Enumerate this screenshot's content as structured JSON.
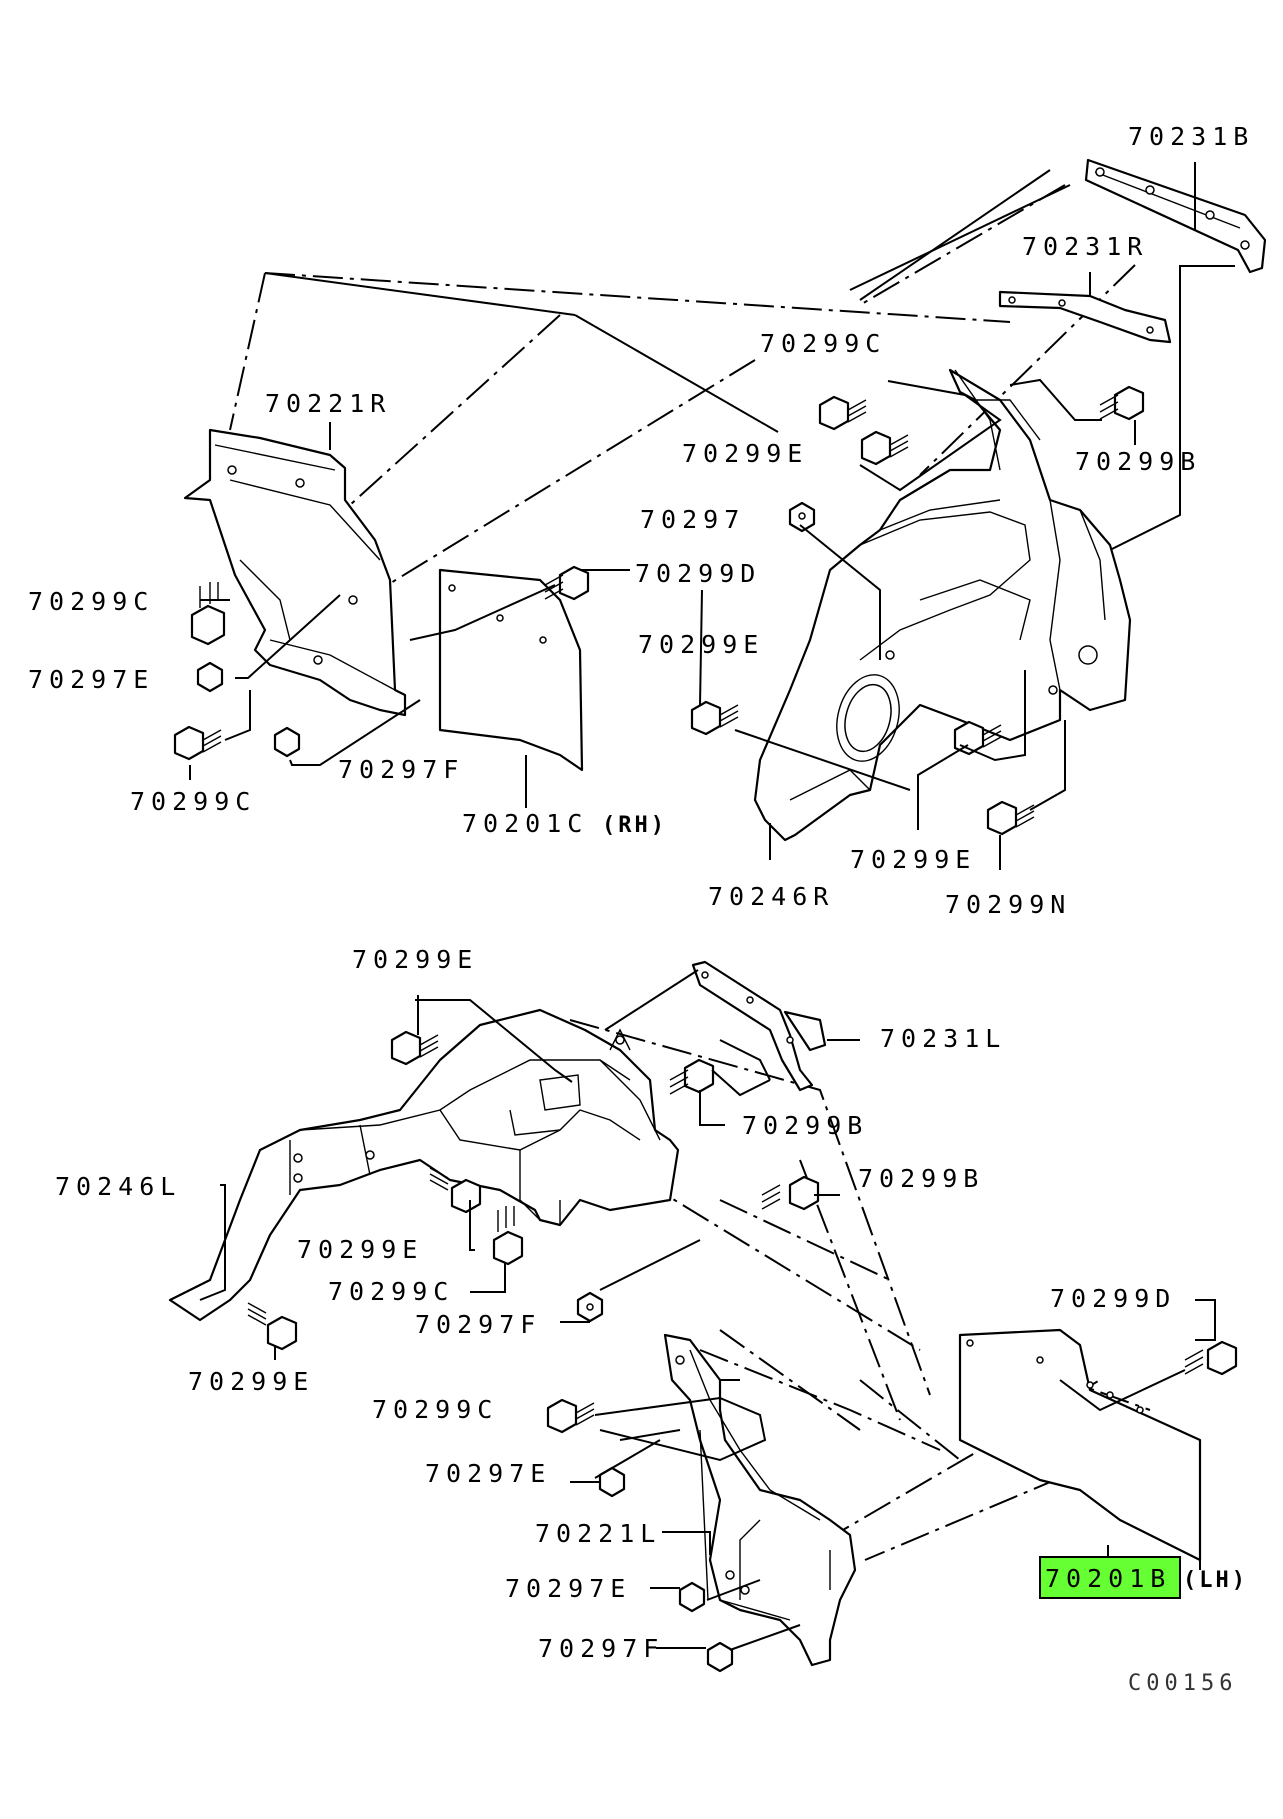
{
  "labels": {
    "l_70231B": "70231B",
    "l_70231R": "70231R",
    "l_70299C_top": "70299C",
    "l_70221R": "70221R",
    "l_70299E_top": "70299E",
    "l_70299B_top": "70299B",
    "l_70297": "70297",
    "l_70299C_left": "70299C",
    "l_70299D_top": "70299D",
    "l_70299E_mid": "70299E",
    "l_70297E_left": "70297E",
    "l_70299C_low": "70299C",
    "l_70297F_top": "70297F",
    "l_70201C": "70201C",
    "l_70201C_suffix": "(RH)",
    "l_70299E_r": "70299E",
    "l_70246R": "70246R",
    "l_70299N": "70299N",
    "l_70299E_b1": "70299E",
    "l_70231L": "70231L",
    "l_70299B_b1": "70299B",
    "l_70246L": "70246L",
    "l_70299B_b2": "70299B",
    "l_70299E_b2": "70299E",
    "l_70299C_b1": "70299C",
    "l_70297F_b1": "70297F",
    "l_70299D_b": "70299D",
    "l_70299E_b3": "70299E",
    "l_70299C_b2": "70299C",
    "l_70297E_b1": "70297E",
    "l_70221L": "70221L",
    "l_70201B": "70201B",
    "l_70201B_suffix": "(LH)",
    "l_70297E_b2": "70297E",
    "l_70297F_b2": "70297F"
  },
  "diagram_code": "C00156",
  "colors": {
    "highlight": "#66ff33",
    "line": "#000000",
    "background": "#ffffff"
  }
}
